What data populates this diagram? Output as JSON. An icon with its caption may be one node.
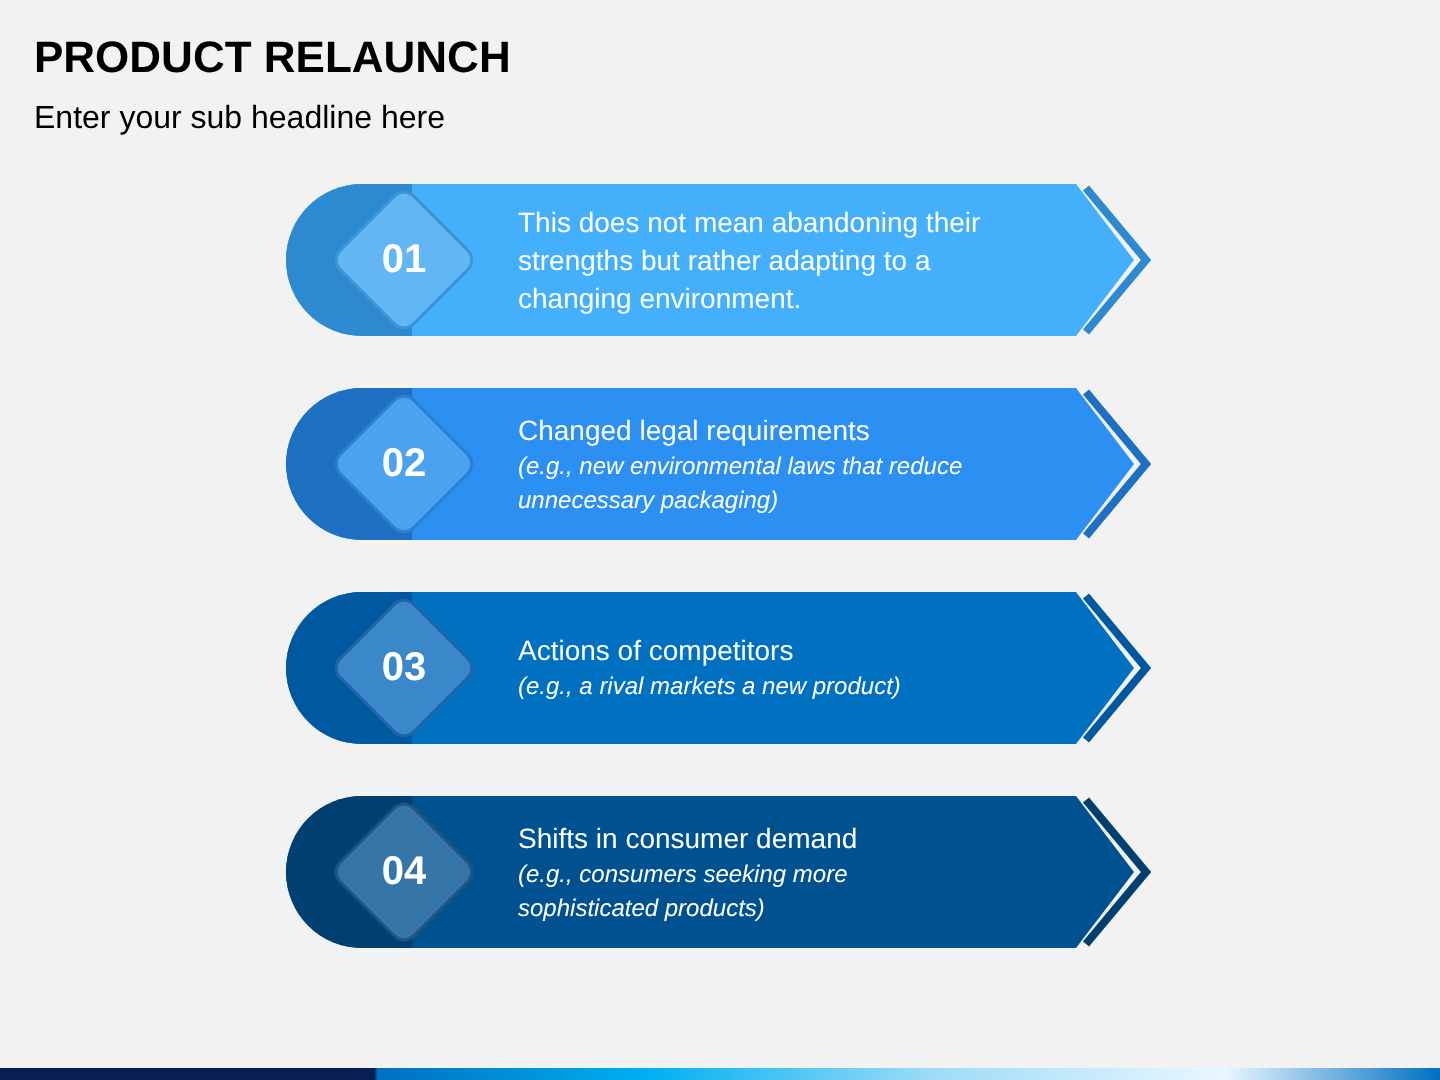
{
  "diagram": {
    "title": "PRODUCT RELAUNCH",
    "nodes": [
      {
        "text": [
          "This does not mean abandoning their strengths but rather adapting to a changing environment."
        ]
      },
      {
        "text": [
          "01"
        ],
        "in": 0
      },
      {
        "text": [
          "Changed legal requirements",
          "(e.g., new environmental laws that reduce unnecessary packaging)"
        ]
      },
      {
        "text": [
          "02"
        ],
        "in": 2
      },
      {
        "text": [
          "Actions of competitors",
          "(e.g., a rival markets a new product)"
        ]
      },
      {
        "text": [
          "03"
        ],
        "in": 4
      },
      {
        "text": [
          "Shifts in consumer demand",
          "(e.g., consumers seeking more sophisticated products)"
        ]
      },
      {
        "text": [
          "04"
        ],
        "in": 6
      }
    ],
    "labels": [
      "Enter your sub headline here"
    ]
  }
}
